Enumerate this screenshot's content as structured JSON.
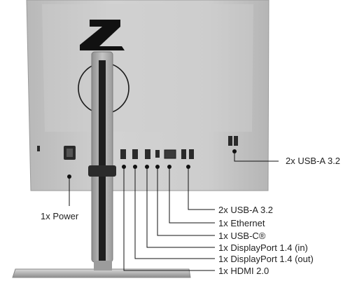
{
  "brand": {
    "logo_text": "Z"
  },
  "callouts": {
    "usb_a_side": "2x USB-A 3.2",
    "power": "1x Power",
    "usb_a_bottom": "2x USB-A 3.2",
    "ethernet": "1x Ethernet",
    "usb_c": "1x USB-C®",
    "dp_in": "1x DisplayPort 1.4 (in)",
    "dp_out": "1x DisplayPort 1.4 (out)",
    "hdmi": "1x HDMI 2.0"
  },
  "colors": {
    "monitor_back": "#c9c9c9",
    "monitor_edge": "#9a9a9a",
    "stand": "#a9a9a9",
    "stand_slot": "#1f1f1f",
    "port": "#2a2a2a",
    "dot": "#111111",
    "leader": "#111111"
  }
}
